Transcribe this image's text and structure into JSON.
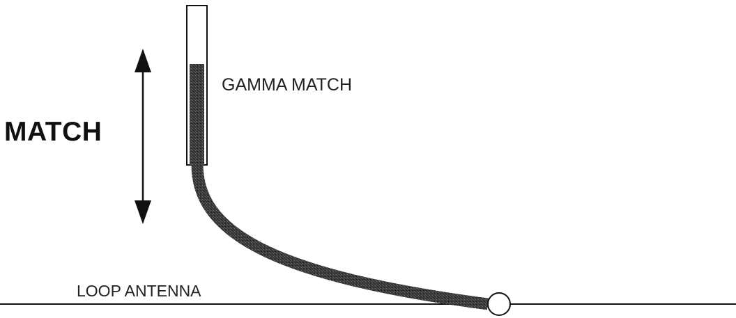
{
  "labels": {
    "adjust": "MATCH",
    "gamma": "GAMMA MATCH",
    "loop": "LOOP ANTENNA"
  },
  "colors": {
    "line": "#111111",
    "rod_fill": "#3a3a3a",
    "background": "#ffffff"
  }
}
